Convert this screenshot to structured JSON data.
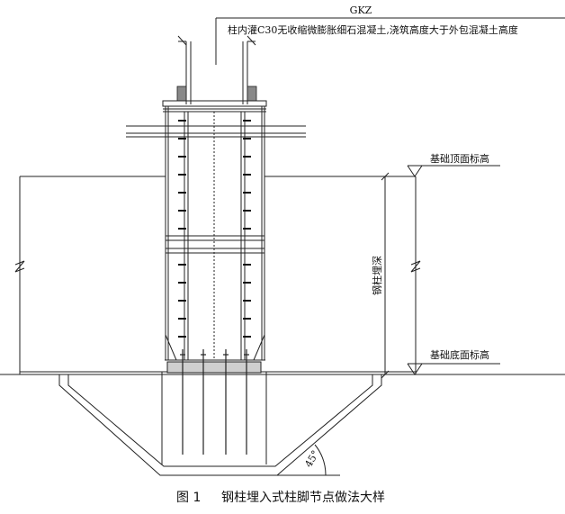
{
  "labels": {
    "column_tag": "GKZ",
    "column_note": "柱内灌C30无收缩微膨胀细石混凝土,浇筑高度大于外包混凝土高度",
    "top_elevation": "基础顶面标高",
    "bottom_elevation": "基础底面标高",
    "embed_depth": "钢柱埋深",
    "angle": "45°"
  },
  "caption": {
    "figure_no": "图 1",
    "title": "钢柱埋入式柱脚节点做法大样"
  }
}
